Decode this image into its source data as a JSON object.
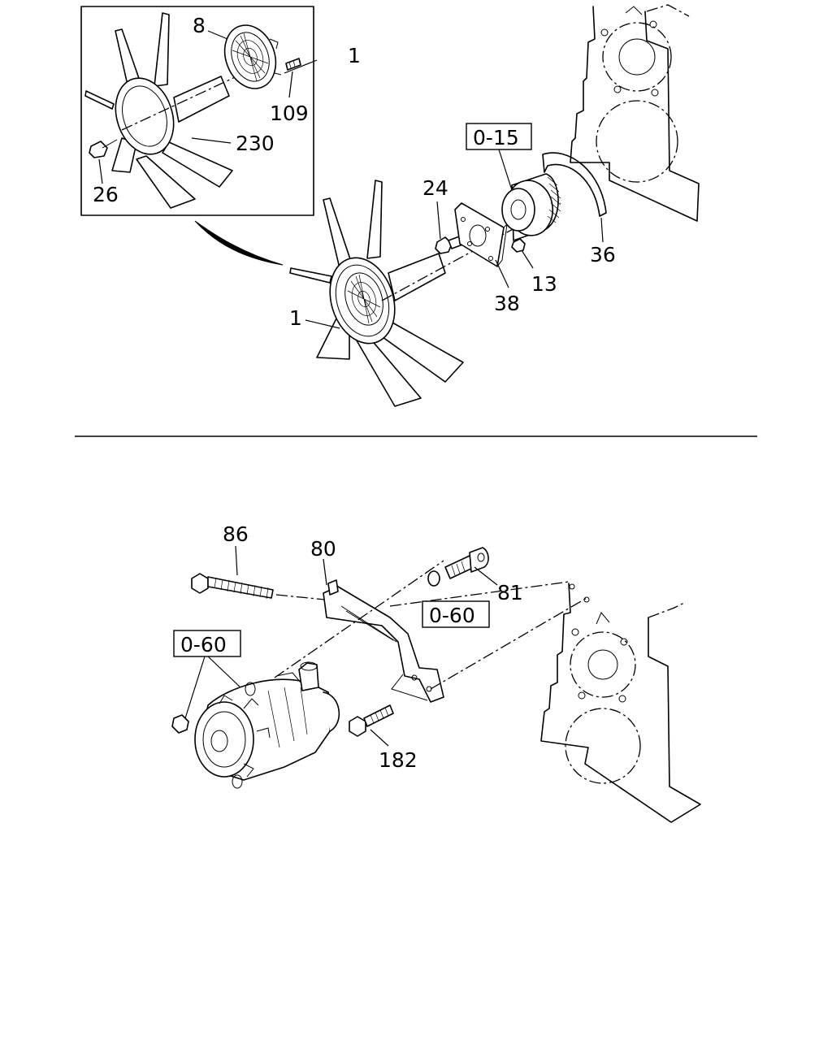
{
  "callouts": {
    "fan_assy_inset": "1",
    "fan_clutch": "8",
    "stud_bolt": "109",
    "fan_blade": "230",
    "fan_bolt": "26",
    "pulley_bolt": "24",
    "spacer_plate": "38",
    "pulley_nut": "13",
    "fan_assy_main": "1",
    "belt_cover": "36",
    "long_bolt": "86",
    "bracket": "80",
    "bracket_bolt": "81",
    "lower_bolt": "182"
  },
  "references": {
    "pulley_ref": "0-15",
    "bracket_ref": "0-60",
    "pump_ref": "0-60"
  }
}
